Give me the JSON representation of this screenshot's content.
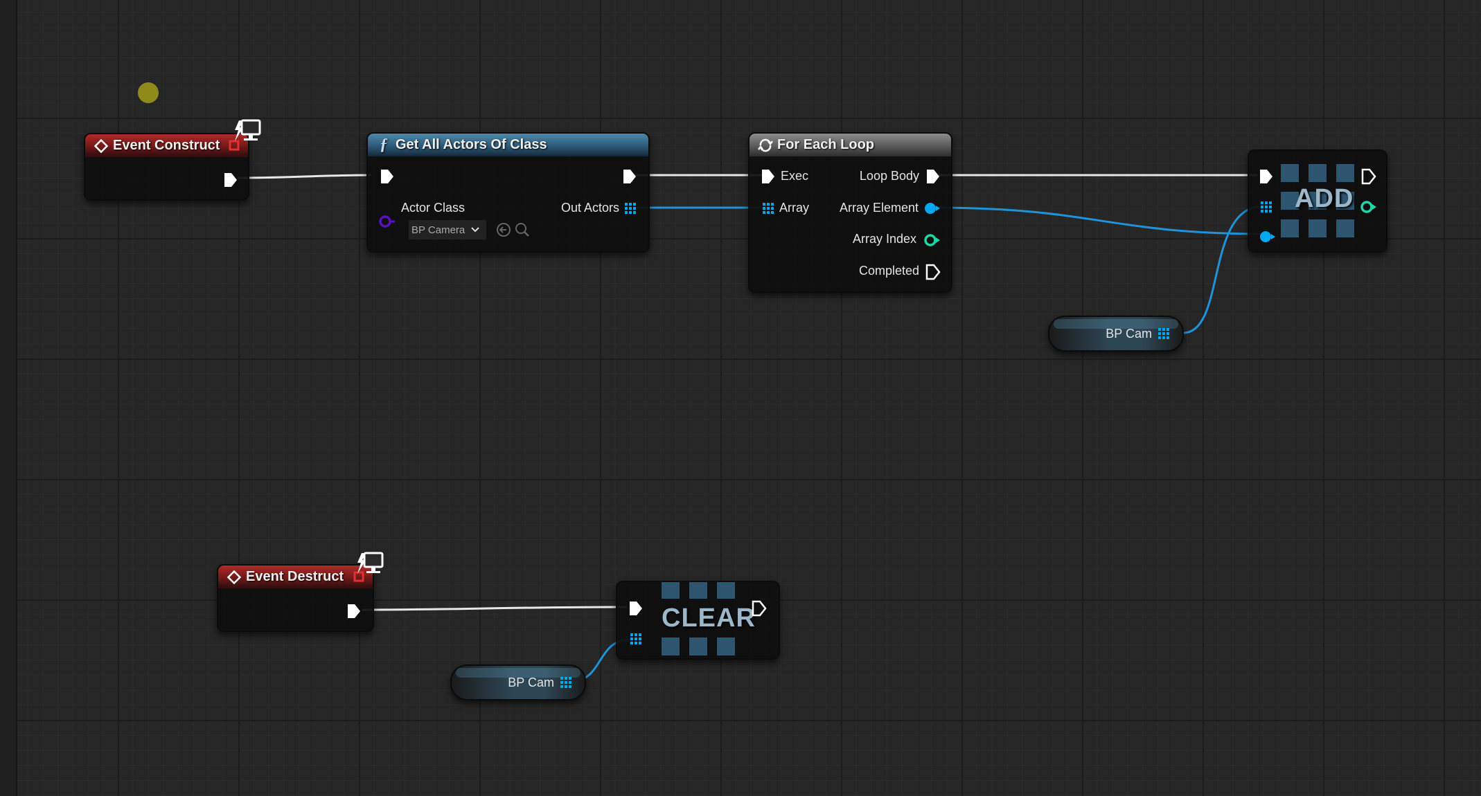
{
  "nodes": {
    "event_construct": {
      "title": "Event Construct"
    },
    "get_all_actors": {
      "title": "Get All Actors Of Class",
      "actor_class_label": "Actor Class",
      "actor_class_value": "BP Camera",
      "out_actors_label": "Out Actors"
    },
    "for_each_loop": {
      "title": "For Each Loop",
      "exec_label": "Exec",
      "array_label": "Array",
      "loop_body_label": "Loop Body",
      "array_element_label": "Array Element",
      "array_index_label": "Array Index",
      "completed_label": "Completed"
    },
    "add": {
      "title": "ADD"
    },
    "bp_cam_top": {
      "label": "BP Cam"
    },
    "event_destruct": {
      "title": "Event Destruct"
    },
    "clear": {
      "title": "CLEAR"
    },
    "bp_cam_bottom": {
      "label": "BP Cam"
    }
  },
  "colors": {
    "exec_wire": "#e8e8e8",
    "array_wire": "#1f93d9",
    "object_pin": "#00a8f0",
    "int_pin": "#1fd6a6",
    "class_pin": "#5b0fbf",
    "event_header": "#8a1f1f",
    "function_header": "#3a6f90",
    "macro_header": "#6f6f6f"
  },
  "icons": {
    "event": "event-diamond-icon",
    "function": "function-f-icon",
    "loop": "loop-arrows-icon",
    "replicated": "network-monitor-icon",
    "comment": "comment-bubble-icon"
  }
}
